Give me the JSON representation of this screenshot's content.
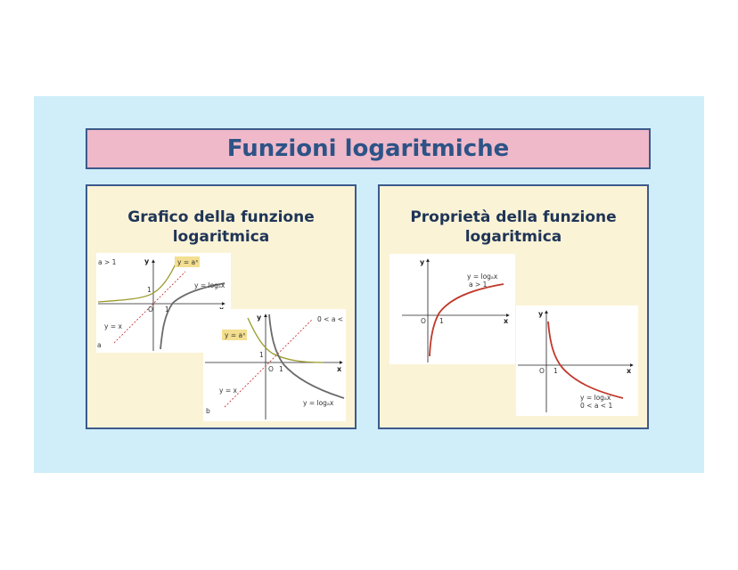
{
  "title": "Funzioni logaritmiche",
  "left_panel": {
    "heading_line1": "Grafico della funzione",
    "heading_line2": "logaritmica",
    "figure_a": {
      "condition": "a > 1",
      "exp_label": "y = aˣ",
      "log_label": "y = logₐx",
      "bisector_label": "y = x",
      "origin": "O",
      "one_x": "1",
      "one_y": "1",
      "x_axis": "x",
      "y_axis": "y",
      "corner_letter": "a"
    },
    "figure_b": {
      "condition": "0 < a <",
      "exp_label": "y = aˣ",
      "log_label": "y = logₐx",
      "bisector_label": "y = x",
      "origin": "O",
      "one_x": "1",
      "one_y": "1",
      "x_axis": "x",
      "y_axis": "y",
      "corner_letter": "b"
    }
  },
  "right_panel": {
    "heading_line1": "Proprietà della funzione",
    "heading_line2": "logaritmica",
    "figure_c": {
      "log_label": "y = logₐx",
      "condition": "a > 1",
      "origin": "O",
      "one_x": "1",
      "x_axis": "x",
      "y_axis": "y"
    },
    "figure_d": {
      "log_label": "y = logₐx",
      "condition": "0 < a < 1",
      "origin": "O",
      "one_x": "1",
      "x_axis": "x",
      "y_axis": "y"
    }
  },
  "colors": {
    "slide_bg": "#cfeefa",
    "title_bg": "#efb9c9",
    "title_text": "#2d5387",
    "panel_bg": "#fbf3d6",
    "border": "#3d5a8a",
    "exp_curve": "#9a9a2a",
    "log_curve": "#6b6b6b",
    "bisector": "#c63a3a",
    "red_curve": "#c0392b",
    "label_highlight": "#f3df8f"
  }
}
